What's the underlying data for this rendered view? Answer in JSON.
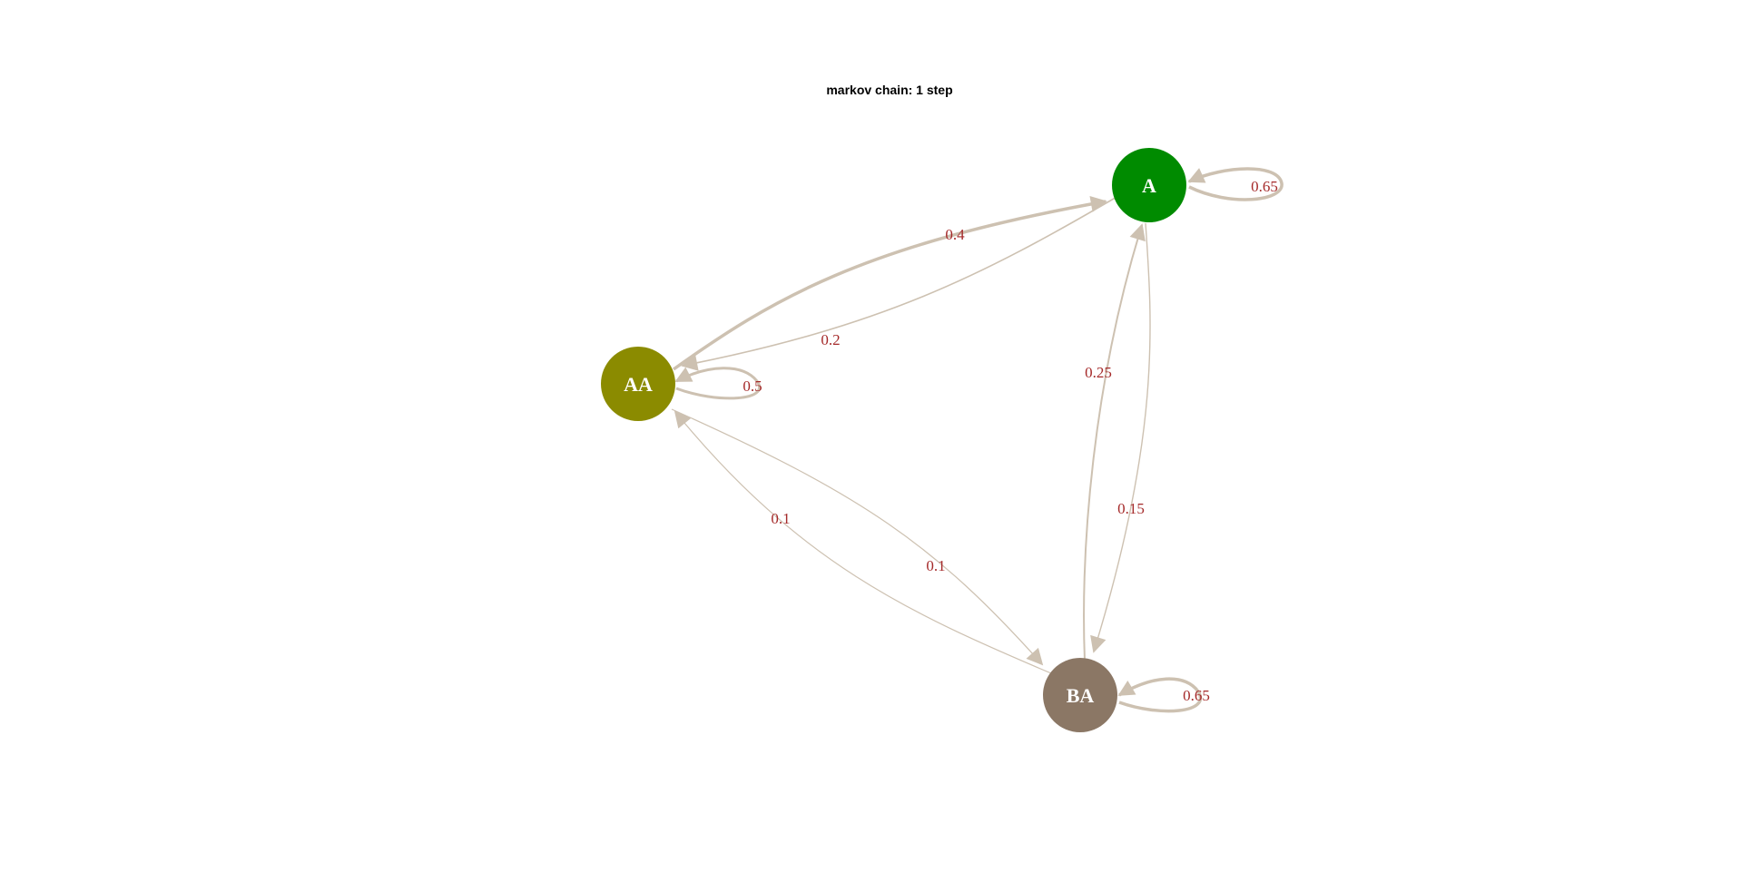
{
  "title": "markov chain: 1 step",
  "colors": {
    "edge": "#cdc1b1",
    "edge_label": "#a52a2a",
    "title": "#000000",
    "node_label": "#ffffff"
  },
  "nodes": [
    {
      "id": "A",
      "label": "A",
      "color": "#008b00"
    },
    {
      "id": "AA",
      "label": "AA",
      "color": "#8b8b00"
    },
    {
      "id": "BA",
      "label": "BA",
      "color": "#8b7765"
    }
  ],
  "edges": [
    {
      "from": "A",
      "to": "A",
      "label": "0.65"
    },
    {
      "from": "AA",
      "to": "A",
      "label": "0.4"
    },
    {
      "from": "A",
      "to": "AA",
      "label": "0.2"
    },
    {
      "from": "AA",
      "to": "AA",
      "label": "0.5"
    },
    {
      "from": "BA",
      "to": "A",
      "label": "0.25"
    },
    {
      "from": "A",
      "to": "BA",
      "label": "0.15"
    },
    {
      "from": "BA",
      "to": "AA",
      "label": "0.1"
    },
    {
      "from": "AA",
      "to": "BA",
      "label": "0.1"
    },
    {
      "from": "BA",
      "to": "BA",
      "label": "0.65"
    }
  ]
}
